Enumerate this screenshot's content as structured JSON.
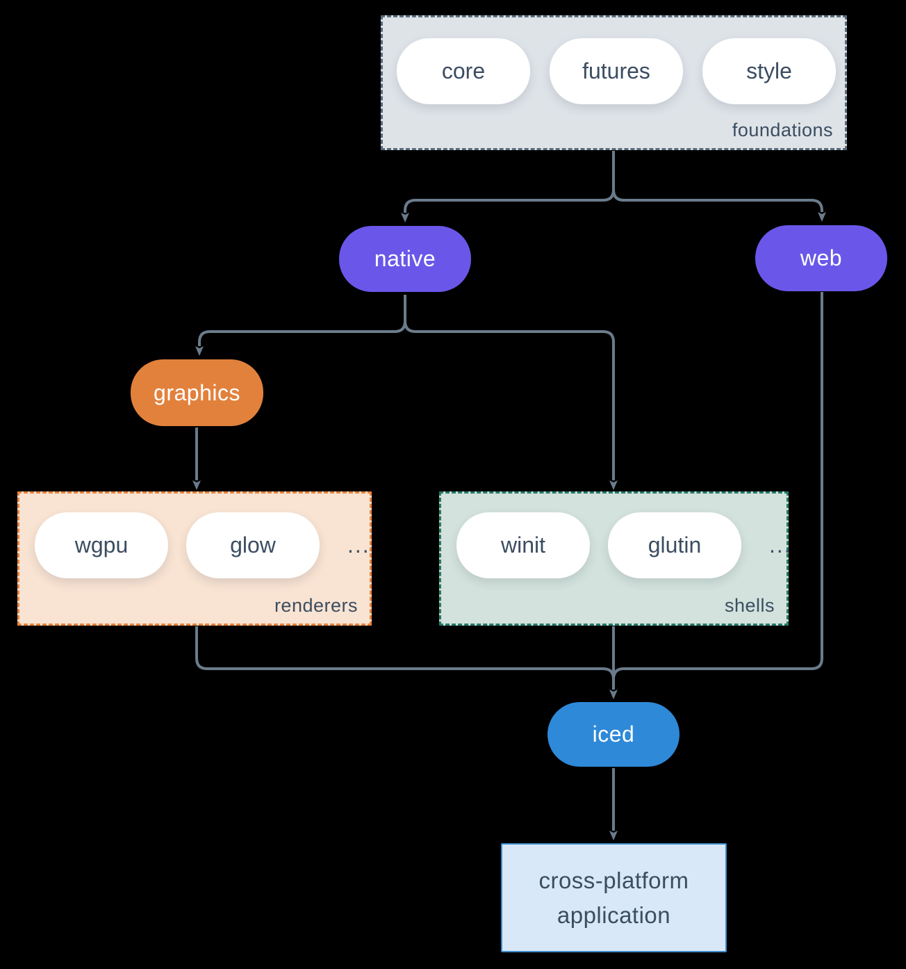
{
  "diagram": {
    "background": "#000000",
    "connector_color": "#6b7b8b",
    "pill_bg": "#ffffff",
    "pill_text_color": "#3b4d61",
    "groups": {
      "foundations": {
        "label": "foundations",
        "bg": "#dee3e8",
        "border": "#5a6b7b",
        "items": [
          "core",
          "futures",
          "style"
        ]
      },
      "renderers": {
        "label": "renderers",
        "bg": "#f9e3d2",
        "border": "#e8833c",
        "items": [
          "wgpu",
          "glow"
        ],
        "ellipsis": "..."
      },
      "shells": {
        "label": "shells",
        "bg": "#d3e2dc",
        "border": "#267a67",
        "items": [
          "winit",
          "glutin"
        ],
        "ellipsis": "..."
      }
    },
    "nodes": {
      "native": {
        "label": "native",
        "bg": "#6a57e9",
        "text": "#ffffff"
      },
      "web": {
        "label": "web",
        "bg": "#6a57e9",
        "text": "#ffffff"
      },
      "graphics": {
        "label": "graphics",
        "bg": "#e2813c",
        "text": "#ffffff"
      },
      "iced": {
        "label": "iced",
        "bg": "#2e89d8",
        "text": "#ffffff"
      },
      "application": {
        "label_line1": "cross-platform",
        "label_line2": "application",
        "bg": "#d9e8f8",
        "border": "#3e8ccb",
        "text": "#3b4d61"
      }
    }
  }
}
